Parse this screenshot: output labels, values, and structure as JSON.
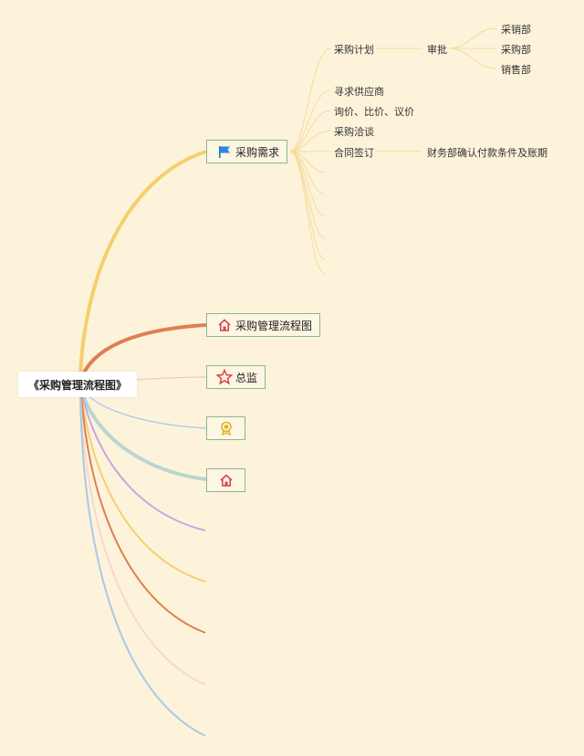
{
  "root": {
    "label": "《采购管理流程图》"
  },
  "branches": [
    {
      "label": "采购需求",
      "icon": "flag-icon",
      "color": "#f5cf6e"
    },
    {
      "label": "采购管理流程图",
      "icon": "home-icon",
      "color": "#de7f52"
    },
    {
      "label": "总监",
      "icon": "star-icon",
      "color": "#f2c6c6"
    },
    {
      "label": "",
      "icon": "award-icon",
      "color": "#a9c9e6"
    },
    {
      "label": "",
      "icon": "home-icon",
      "color": "#b9d6cf"
    }
  ],
  "demand_children": [
    {
      "label": "采购计划"
    },
    {
      "label": "寻求供应商"
    },
    {
      "label": "询价、比价、议价"
    },
    {
      "label": "采购洽谈"
    },
    {
      "label": "合同签订"
    }
  ],
  "approval": {
    "label": "审批"
  },
  "departments": [
    "采销部",
    "采购部",
    "销售部"
  ],
  "finance": {
    "label": "财务部确认付款条件及账期"
  },
  "colors": {
    "background": "#fdf3da",
    "node_border": "#8fb68f",
    "connector": "#f3dc9b"
  }
}
